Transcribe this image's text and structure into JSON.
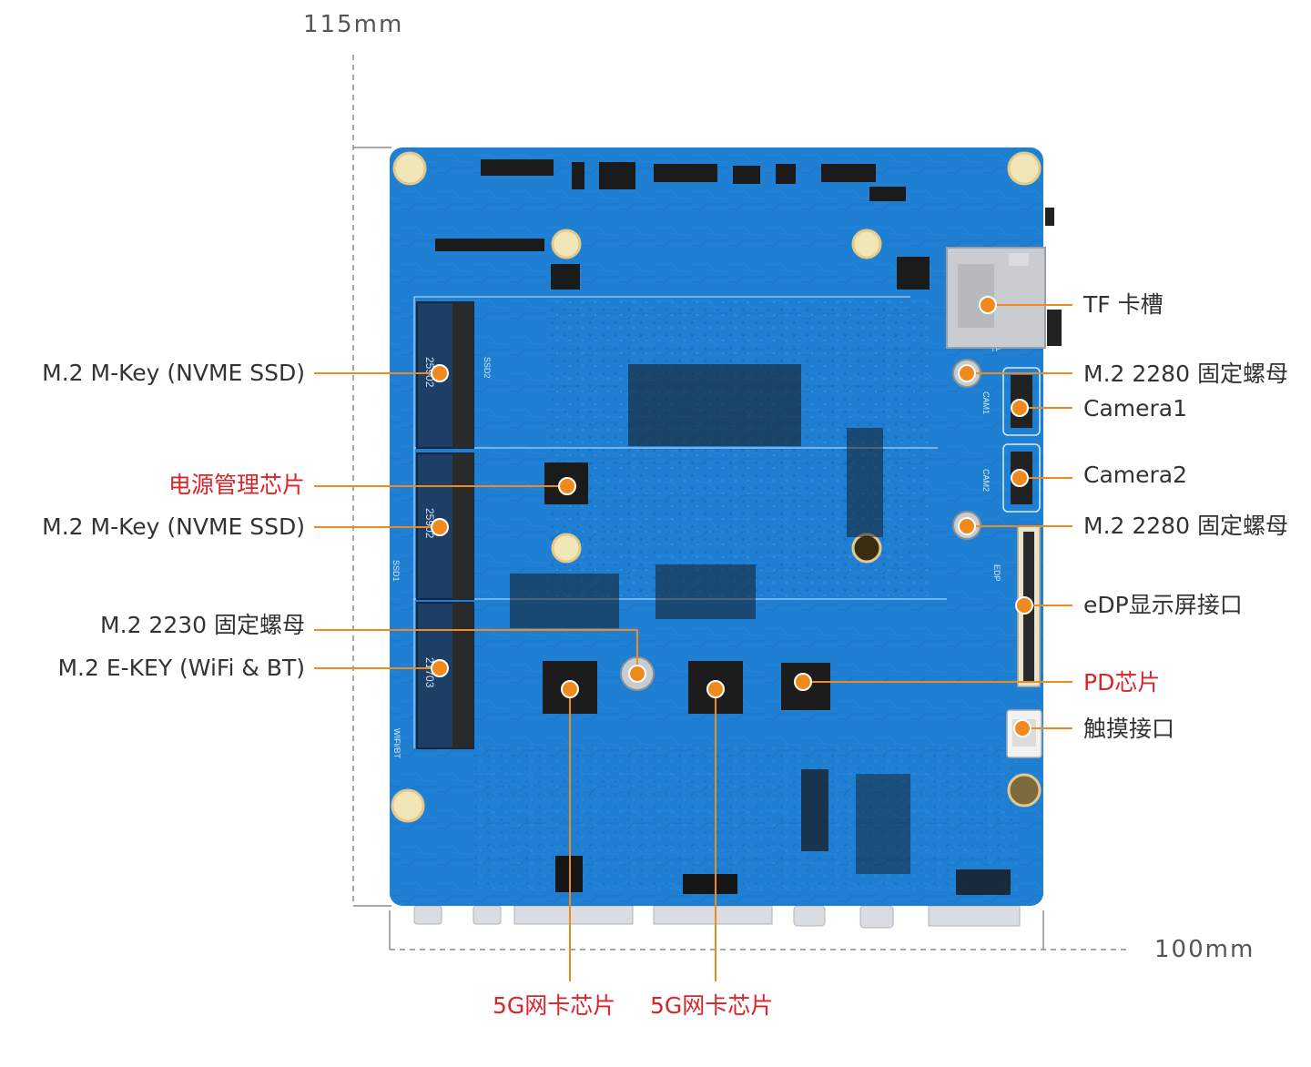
{
  "dimensions": {
    "height_label": "115mm",
    "width_label": "100mm"
  },
  "colors": {
    "board": "#1f7fd3",
    "board_dark": "#175fa6",
    "leader": "#f08a1c",
    "highlight_text": "#d9252a",
    "text": "#333333",
    "dim_line": "#8c8c8c"
  },
  "labels_left": [
    {
      "text": "M.2 M-Key (NVME SSD)",
      "highlight": false
    },
    {
      "text": "电源管理芯片",
      "highlight": true
    },
    {
      "text": "M.2 M-Key (NVME SSD)",
      "highlight": false
    },
    {
      "text": "M.2 2230 固定螺母",
      "highlight": false
    },
    {
      "text": "M.2 E-KEY (WiFi & BT)",
      "highlight": false
    }
  ],
  "labels_right": [
    {
      "text": "TF 卡槽",
      "highlight": false
    },
    {
      "text": "M.2 2280 固定螺母",
      "highlight": false
    },
    {
      "text": "Camera1",
      "highlight": false
    },
    {
      "text": "Camera2",
      "highlight": false
    },
    {
      "text": "M.2 2280 固定螺母",
      "highlight": false
    },
    {
      "text": "eDP显示屏接口",
      "highlight": false
    },
    {
      "text": "PD芯片",
      "highlight": true
    },
    {
      "text": "触摸接口",
      "highlight": false
    }
  ],
  "labels_bottom": [
    {
      "text": "5G网卡芯片",
      "highlight": true
    },
    {
      "text": "5G网卡芯片",
      "highlight": true
    }
  ],
  "board_silkscreen": {
    "slot_1": "25902",
    "slot_2": "25902",
    "slot_3": "21703",
    "ssd2": "SSD2",
    "ssd1": "SSD1",
    "wifi": "WIFI/BT",
    "cam1": "CAM1",
    "cam2": "CAM2",
    "edp": "EDP",
    "tf": "TF"
  }
}
